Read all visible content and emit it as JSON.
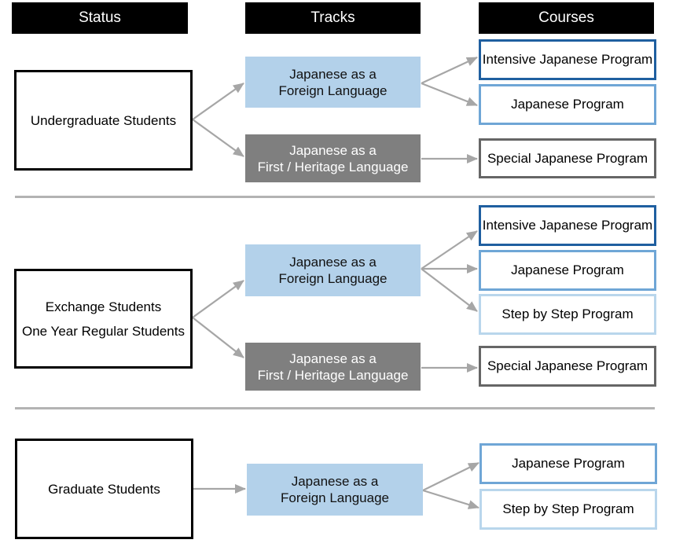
{
  "headers": {
    "status": "Status",
    "tracks": "Tracks",
    "courses": "Courses"
  },
  "section1": {
    "status": "Undergraduate Students",
    "track_foreign": [
      "Japanese as a",
      "Foreign Language"
    ],
    "track_heritage": [
      "Japanese as a",
      "First / Heritage Language"
    ],
    "courses": [
      "Intensive Japanese Program",
      "Japanese Program",
      "Special Japanese Program"
    ]
  },
  "section2": {
    "status": [
      "Exchange Students",
      "One Year Regular Students"
    ],
    "track_foreign": [
      "Japanese as a",
      "Foreign Language"
    ],
    "track_heritage": [
      "Japanese as a",
      "First / Heritage Language"
    ],
    "courses": [
      "Intensive Japanese Program",
      "Japanese Program",
      "Step by Step Program",
      "Special Japanese Program"
    ]
  },
  "section3": {
    "status": "Graduate Students",
    "track_foreign": [
      "Japanese as a",
      "Foreign Language"
    ],
    "courses": [
      "Japanese Program",
      "Step by Step Program"
    ]
  },
  "colors": {
    "header_bg": "#000000",
    "foreign_track": "#b3d1ea",
    "heritage_track": "#7f7f7f",
    "intensive_border": "#1f5fa0",
    "japanese_program_border": "#6fa6d6",
    "step_by_step_border": "#b9d6ec",
    "special_border": "#666666",
    "arrow": "#a6a6a6",
    "separator": "#b3b3b3"
  }
}
